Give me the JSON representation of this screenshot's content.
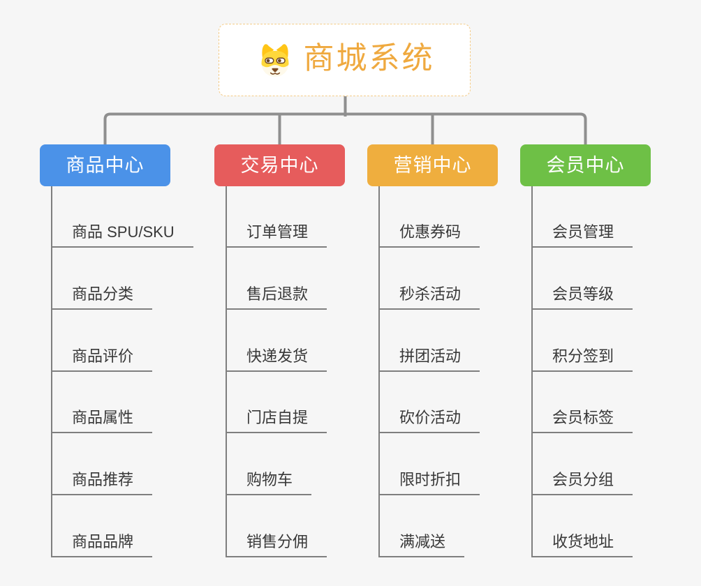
{
  "root": {
    "title": "商城系统",
    "icon": "dog-face-icon"
  },
  "colors": {
    "background": "#F6F6F6",
    "connector": "#8F8F8F",
    "branch_line": "#7F7F7F",
    "root_border": "#F4CB86",
    "root_accent": "#EFA93F",
    "item_text": "#383838"
  },
  "branches": [
    {
      "label": "商品中心",
      "color": "#4B92E8",
      "items": [
        "商品 SPU/SKU",
        "商品分类",
        "商品评价",
        "商品属性",
        "商品推荐",
        "商品品牌"
      ]
    },
    {
      "label": "交易中心",
      "color": "#E65C5C",
      "items": [
        "订单管理",
        "售后退款",
        "快递发货",
        "门店自提",
        "购物车",
        "销售分佣"
      ]
    },
    {
      "label": "营销中心",
      "color": "#EFAE3E",
      "items": [
        "优惠券码",
        "秒杀活动",
        "拼团活动",
        "砍价活动",
        "限时折扣",
        "满减送"
      ]
    },
    {
      "label": "会员中心",
      "color": "#6EC046",
      "items": [
        "会员管理",
        "会员等级",
        "积分签到",
        "会员标签",
        "会员分组",
        "收货地址"
      ]
    }
  ]
}
